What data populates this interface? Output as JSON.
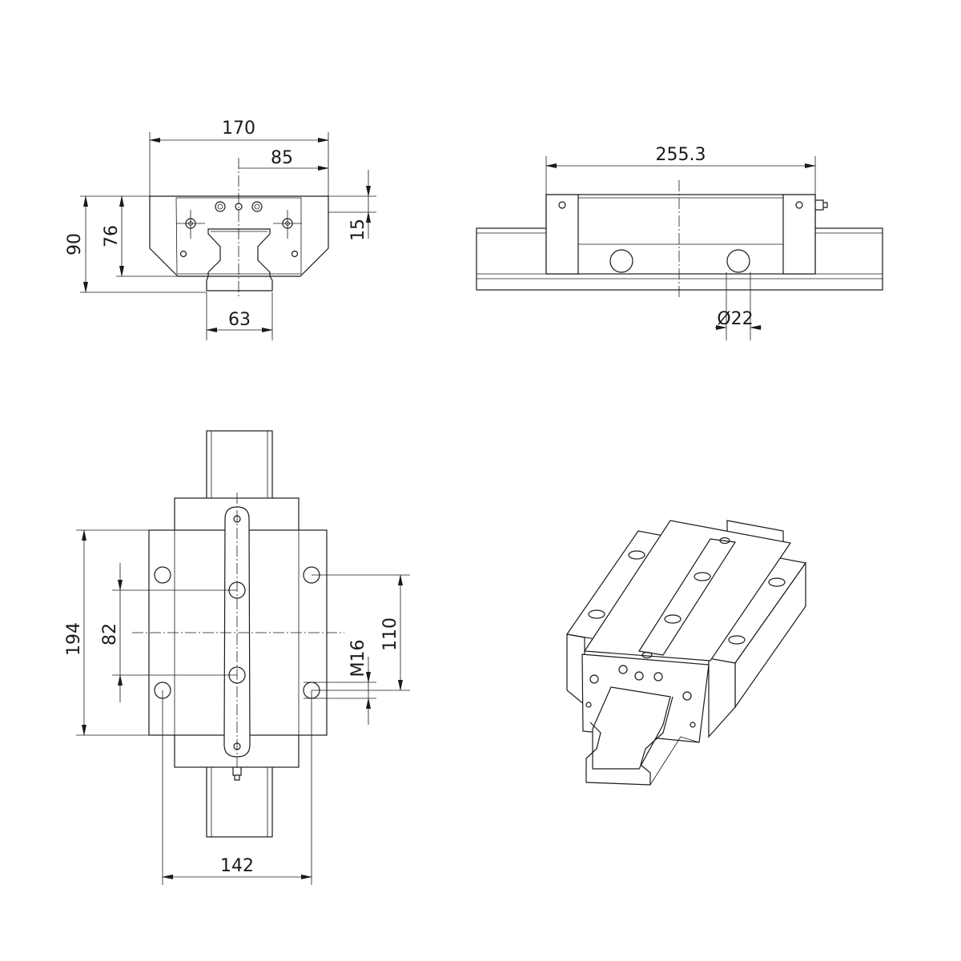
{
  "drawing": {
    "views": [
      "front-view",
      "side-view",
      "top-view",
      "isometric-view"
    ],
    "front_view": {
      "overall_width": "170",
      "half_width": "85",
      "overall_height": "90",
      "block_height": "76",
      "top_offset": "15",
      "rail_width": "63"
    },
    "side_view": {
      "block_length": "255.3",
      "hole_diameter": "Ø22"
    },
    "top_view": {
      "overall_length": "194",
      "inner_hole_spacing": "82",
      "outer_hole_spacing": "110",
      "thread": "M16",
      "hole_span_width": "142"
    },
    "line_color": "#1a1a1a",
    "background": "#ffffff"
  }
}
